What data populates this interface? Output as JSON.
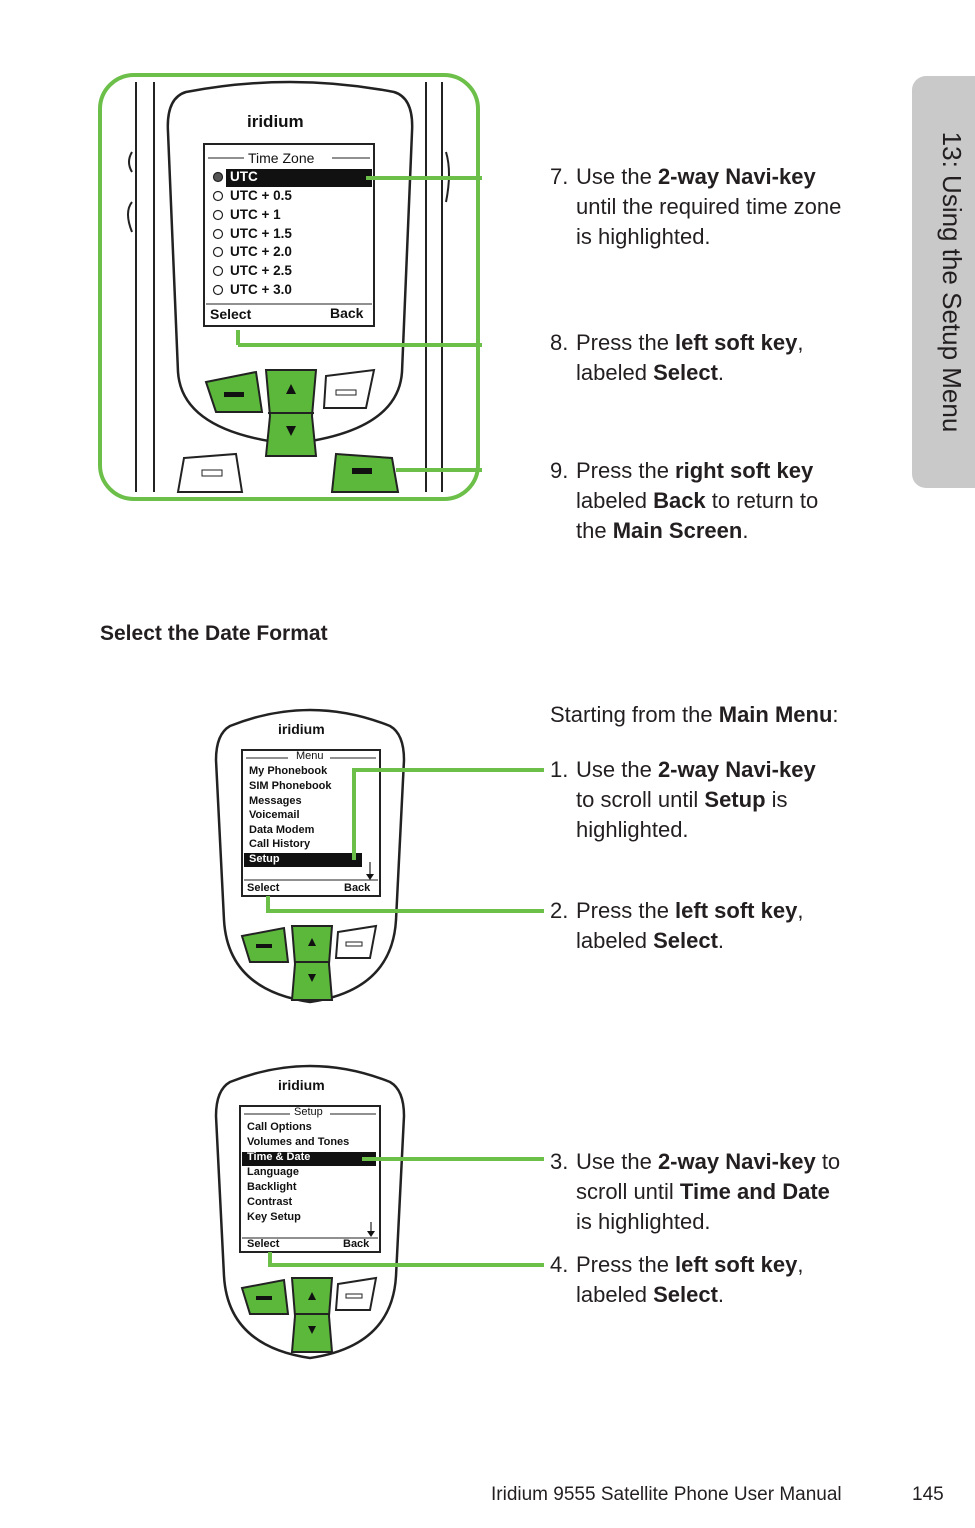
{
  "side_tab": "13: Using the Setup Menu",
  "phone1": {
    "brand": "iridium",
    "screen_title": "Time Zone",
    "items": [
      "UTC",
      "UTC + 0.5",
      "UTC + 1",
      "UTC + 1.5",
      "UTC + 2.0",
      "UTC + 2.5",
      "UTC + 3.0"
    ],
    "left_soft": "Select",
    "right_soft": "Back"
  },
  "steps_top": [
    {
      "num": "7.",
      "pre": "Use the ",
      "bold1": "2-way Navi-key",
      "mid": "",
      "bold2": "",
      "line2": "until the required time zone",
      "line3": "is highlighted."
    },
    {
      "num": "8.",
      "pre": "Press the ",
      "bold1": "left soft key",
      "post": ",",
      "line2_pre": "labeled ",
      "line2_bold": "Select",
      "line2_post": "."
    },
    {
      "num": "9.",
      "pre": "Press the ",
      "bold1": "right soft key",
      "line2_pre": "labeled ",
      "line2_bold": "Back",
      "line2_post": " to return to",
      "line3_pre": "the ",
      "line3_bold": "Main Screen",
      "line3_post": "."
    }
  ],
  "section_heading": "Select the Date Format",
  "intro": {
    "pre": "Starting from the ",
    "bold": "Main Menu",
    "post": ":"
  },
  "phone2": {
    "brand": "iridium",
    "screen_title": "Menu",
    "items": [
      "My Phonebook",
      "SIM Phonebook",
      "Messages",
      "Voicemail",
      "Data Modem",
      "Call History",
      "Setup"
    ],
    "left_soft": "Select",
    "right_soft": "Back"
  },
  "steps_mid": [
    {
      "num": "1.",
      "pre": "Use the ",
      "bold1": "2-way Navi-key",
      "line2_pre": "to scroll until ",
      "line2_bold": "Setup",
      "line2_post": " is",
      "line3": "highlighted."
    },
    {
      "num": "2.",
      "pre": "Press the ",
      "bold1": "left soft key",
      "post": ",",
      "line2_pre": "labeled ",
      "line2_bold": "Select",
      "line2_post": "."
    }
  ],
  "phone3": {
    "brand": "iridium",
    "screen_title": "Setup",
    "items": [
      "Call Options",
      "Volumes and Tones",
      "Time & Date",
      "Language",
      "Backlight",
      "Contrast",
      "Key Setup"
    ],
    "left_soft": "Select",
    "right_soft": "Back"
  },
  "steps_bottom": [
    {
      "num": "3.",
      "pre": "Use the ",
      "bold1": "2-way Navi-key",
      "post": " to",
      "line2_pre": "scroll until ",
      "line2_bold": "Time and Date",
      "line3": "is highlighted."
    },
    {
      "num": "4.",
      "pre": "Press the ",
      "bold1": "left soft key",
      "post": ",",
      "line2_pre": "labeled ",
      "line2_bold": "Select",
      "line2_post": "."
    }
  ],
  "footer": {
    "manual": "Iridium 9555 Satellite Phone User Manual",
    "page": "145"
  },
  "colors": {
    "accent_green": "#6cc04a",
    "key_green": "#5cb83a",
    "tab_gray": "#c9c9c9"
  }
}
